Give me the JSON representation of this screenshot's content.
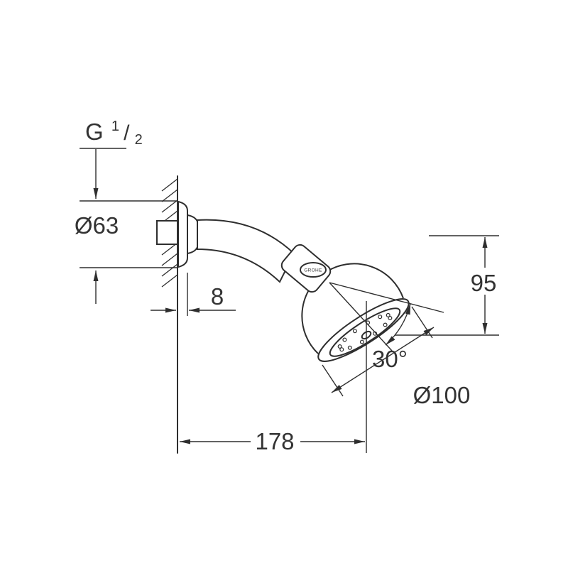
{
  "labels": {
    "thread": {
      "prefix": "G",
      "numerator": "1",
      "slash": "/",
      "denominator": "2"
    },
    "escutcheon_diameter": "Ø63",
    "escutcheon_depth": "8",
    "height": "95",
    "angle": "30°",
    "head_diameter": "Ø100",
    "reach": "178",
    "brand_badge": "GROHE"
  },
  "colors": {
    "line": "#2e2e2e",
    "text": "#333333",
    "background": "#ffffff"
  }
}
